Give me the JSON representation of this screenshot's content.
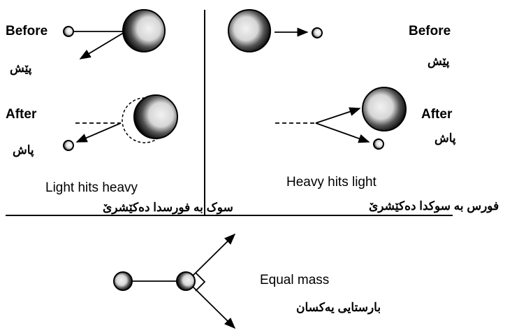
{
  "colors": {
    "ink": "#000000",
    "paper": "#ffffff",
    "ball_highlight": "#eeeeee"
  },
  "left_panel": {
    "before_label": "Before",
    "before_label_ku": "پێش",
    "after_label": "After",
    "after_label_ku": "پاش",
    "caption": "Light hits heavy",
    "caption_ku": "سوک به فورسدا دەکێشرێ"
  },
  "right_panel": {
    "before_label": "Before",
    "before_label_ku": "پێش",
    "after_label": "After",
    "after_label_ku": "پاش",
    "caption": "Heavy hits light",
    "caption_ku": "فورس به سوکدا دەکێشرێ"
  },
  "bottom_panel": {
    "caption": "Equal mass",
    "caption_ku": "بارستایی یەکسان"
  }
}
